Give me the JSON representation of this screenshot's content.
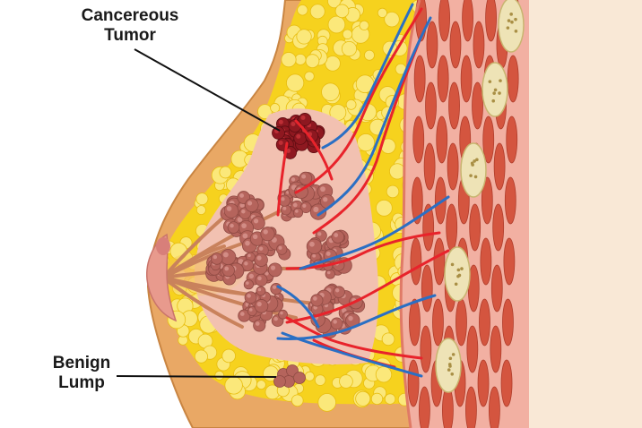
{
  "labels": {
    "tumor": {
      "line1": "Cancereous",
      "line2": "Tumor"
    },
    "benign": {
      "line1": "Benign",
      "line2": "Lump"
    }
  },
  "colors": {
    "skin_light": "#f6dfc5",
    "skin_outer": "#e9a865",
    "skin_edge": "#c98542",
    "fat": "#f6d21e",
    "fat_light": "#fbe87a",
    "gland": "#b5645c",
    "gland_light": "#d99690",
    "tumor": "#8e1820",
    "tumor_light": "#c9343b",
    "muscle": "#d4553f",
    "muscle_light": "#f2b0a2",
    "rib": "#eee3b6",
    "artery": "#e8232b",
    "vein": "#2a6fc4",
    "leader_line": "#111111"
  }
}
